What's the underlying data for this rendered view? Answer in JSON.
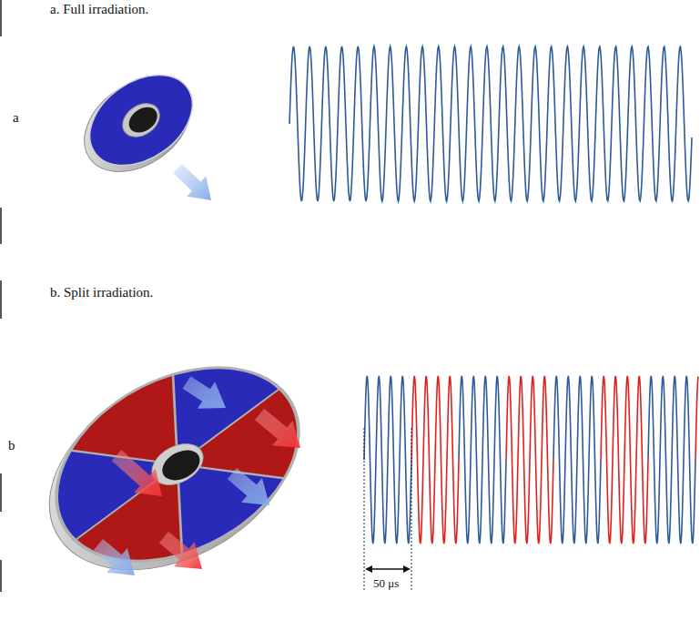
{
  "diagram": {
    "labels": [
      "a. Full irradiation.",
      "a",
      "b. Split irradiation.",
      "b",
      "50 μs"
    ]
  }
}
